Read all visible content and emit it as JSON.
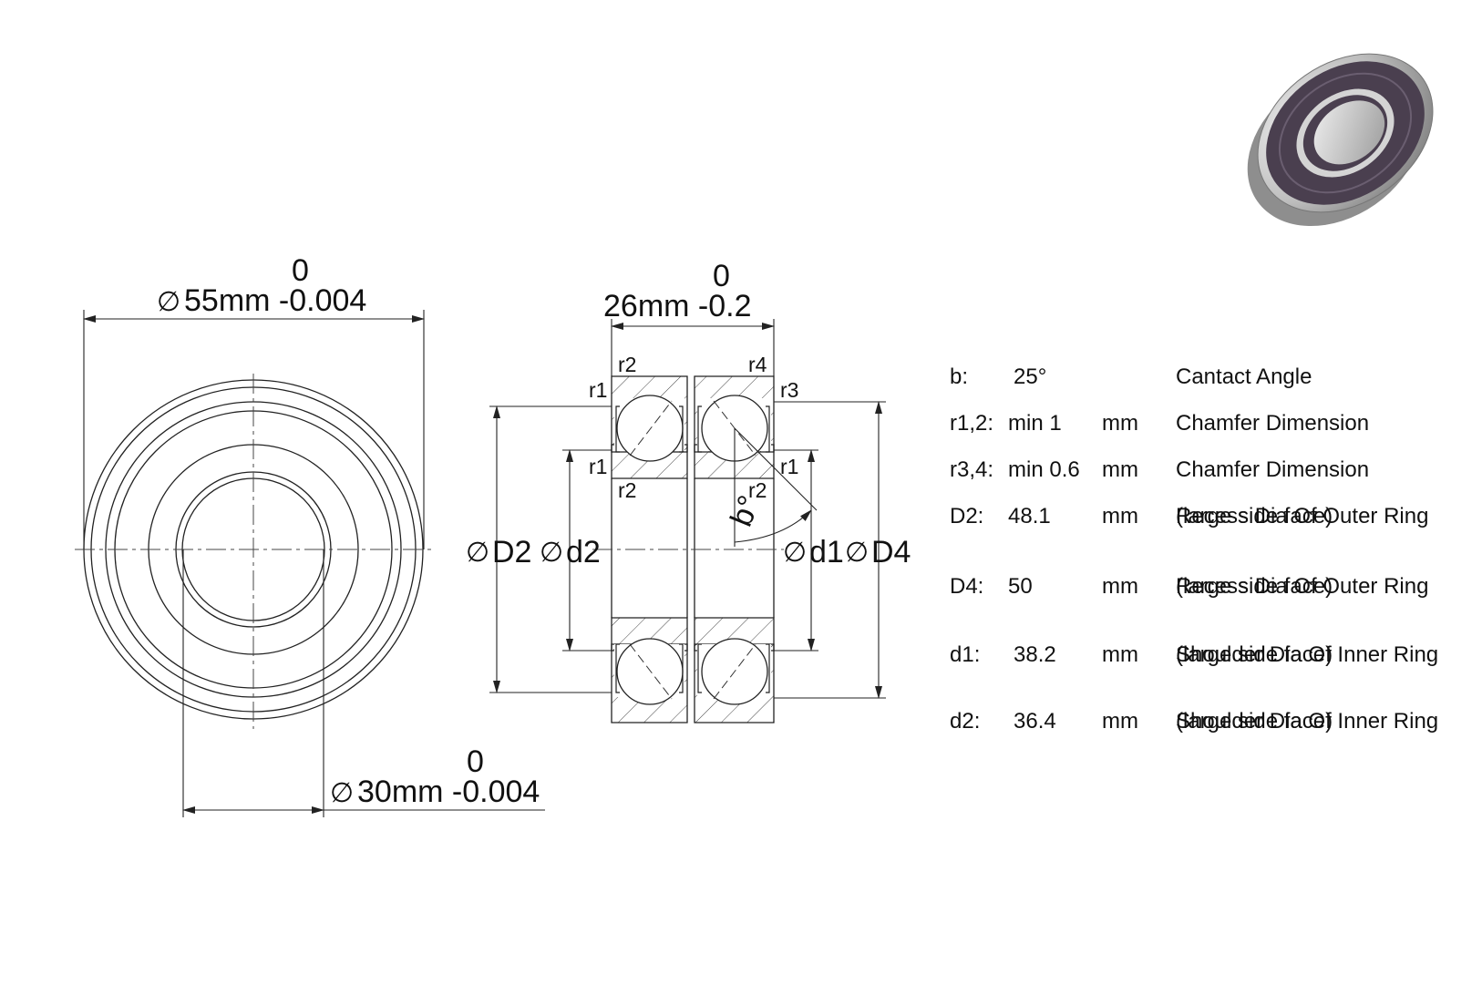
{
  "front_view": {
    "outer_dia_tol_upper": "0",
    "outer_dia_symbol": "∅",
    "outer_dia_label": "55mm -0.004",
    "inner_dia_tol_upper": "0",
    "inner_dia_symbol": "∅",
    "inner_dia_label": "30mm -0.004"
  },
  "section_view": {
    "width_tol_upper": "0",
    "width_label": "26mm -0.2",
    "r_labels": {
      "top_left_r2": "r2",
      "top_left_r1": "r1",
      "top_right_r4": "r4",
      "top_right_r3": "r3",
      "mid_left_r1": "r1",
      "mid_left_r2": "r2",
      "mid_right_r1": "r1",
      "mid_right_r2": "r2"
    },
    "angle_label": "b°",
    "D2_symbol": "∅",
    "D2_label": "D2",
    "d2_symbol": "∅",
    "d2_label": "d2",
    "d1_symbol": "∅",
    "d1_label": "d1",
    "D4_symbol": "∅",
    "D4_label": "D4"
  },
  "spec_table": {
    "rows": [
      {
        "label": "b:",
        "value": "25°",
        "unit": "",
        "desc": "Cantact Angle",
        "desc2": ""
      },
      {
        "label": "r1,2:",
        "value": "min 1",
        "unit": "mm",
        "desc": "Chamfer Dimension",
        "desc2": ""
      },
      {
        "label": "r3,4:",
        "value": "min 0.6",
        "unit": "mm",
        "desc": "Chamfer Dimension",
        "desc2": ""
      },
      {
        "label": "D2:",
        "value": "48.1",
        "unit": "mm",
        "desc": "Recess Dia Of Outer Ring",
        "desc2": "(large side face)"
      },
      {
        "label": "D4:",
        "value": "50",
        "unit": "mm",
        "desc": "Recess Dia Of Outer Ring",
        "desc2": "(large side face)"
      },
      {
        "label": "d1:",
        "value": "38.2",
        "unit": "mm",
        "desc": "Shoulder Dia Of Inner Ring",
        "desc2": "(large side face)"
      },
      {
        "label": "d2:",
        "value": "36.4",
        "unit": "mm",
        "desc": "Shoulder Dia Of Inner Ring",
        "desc2": "(large side face)"
      }
    ]
  },
  "colors": {
    "line": "#222222",
    "thin": "#444444",
    "bearing_face": "#4a3f4f",
    "bearing_metal": "#c8c8c8"
  },
  "icons": {
    "bearing_render": "bearing-3d-icon"
  }
}
